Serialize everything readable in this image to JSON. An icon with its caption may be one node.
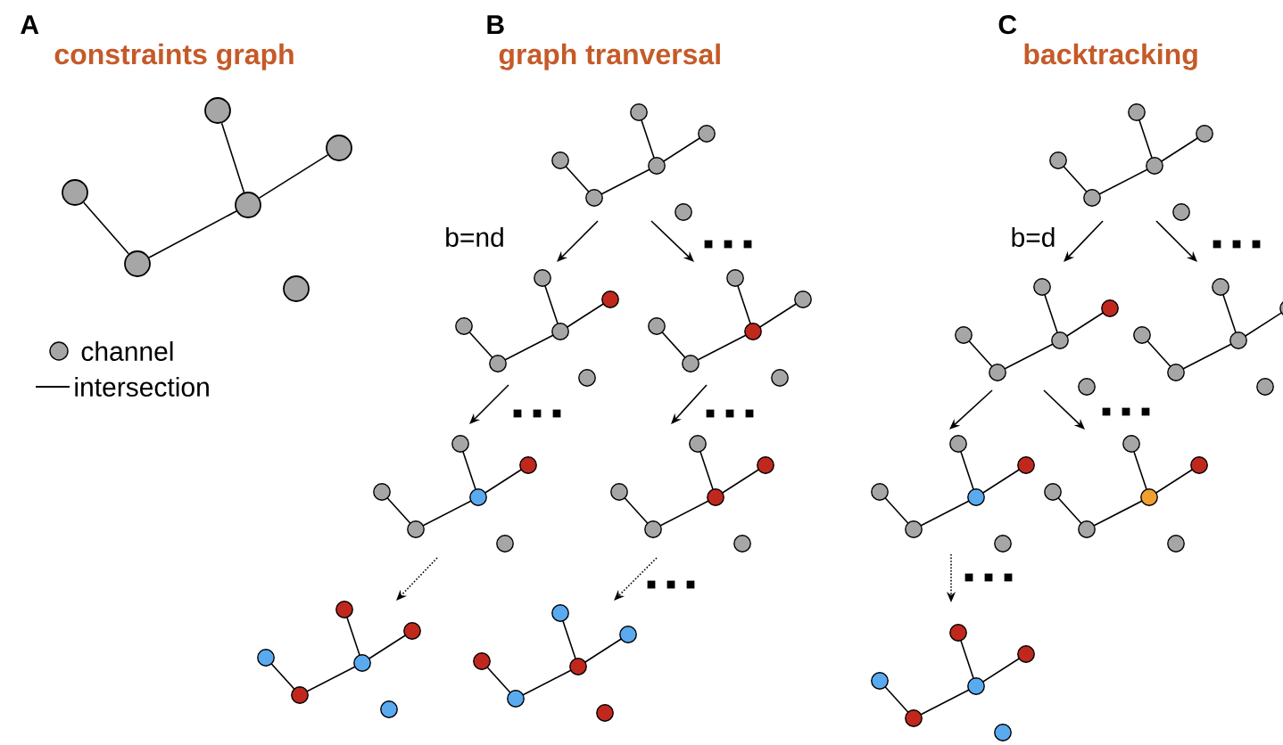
{
  "diagram": {
    "nodes": [
      {
        "text": [],
        "shape": "circle"
      },
      {
        "text": [],
        "shape": "circle"
      },
      {
        "text": [],
        "shape": "circle"
      },
      {
        "text": [],
        "shape": "circle"
      },
      {
        "text": [],
        "shape": "circle"
      },
      {
        "text": [],
        "shape": "circle"
      },
      {
        "text": [],
        "shape": "picture"
      },
      {
        "text": [],
        "shape": "picture"
      },
      {
        "text": [],
        "shape": "picture"
      },
      {
        "text": [],
        "shape": "picture"
      },
      {
        "text": [],
        "shape": "picture"
      },
      {
        "text": [],
        "shape": "picture"
      },
      {
        "text": [],
        "shape": "picture"
      },
      {
        "text": [],
        "shape": "picture"
      },
      {
        "text": [],
        "shape": "picture"
      },
      {
        "text": [],
        "shape": "picture"
      },
      {
        "text": [],
        "shape": "picture"
      },
      {
        "text": [],
        "shape": "picture"
      },
      {
        "text": [],
        "shape": "picture"
      }
    ],
    "edges": [
      {
        "from": 0,
        "to": 3,
        "arrow": "none"
      },
      {
        "from": 1,
        "to": 3,
        "arrow": "none"
      },
      {
        "from": 2,
        "to": 4,
        "arrow": "none"
      },
      {
        "from": 4,
        "to": 3,
        "arrow": "none"
      },
      {
        "from": 6,
        "to": 7,
        "arrow": "to",
        "label": "b=nd"
      },
      {
        "from": 6,
        "to": 8,
        "arrow": "to"
      },
      {
        "from": 7,
        "to": 9,
        "arrow": "to"
      },
      {
        "from": 8,
        "to": 10,
        "arrow": "to"
      },
      {
        "from": 9,
        "to": 11,
        "arrow": "to",
        "style": "dashed"
      },
      {
        "from": 10,
        "to": 12,
        "arrow": "to",
        "style": "dashed"
      },
      {
        "from": 13,
        "to": 14,
        "arrow": "to",
        "label": "b=d"
      },
      {
        "from": 13,
        "to": 15,
        "arrow": "to"
      },
      {
        "from": 14,
        "to": 16,
        "arrow": "to"
      },
      {
        "from": 14,
        "to": 17,
        "arrow": "to"
      },
      {
        "from": 16,
        "to": 18,
        "arrow": "to",
        "style": "dashed"
      }
    ],
    "labels": [
      "A",
      "constraints graph",
      "B",
      "graph tranversal",
      "C",
      "backtracking"
    ],
    "legend": [
      {
        "text": "channel"
      },
      {
        "text": "intersection"
      }
    ]
  }
}
